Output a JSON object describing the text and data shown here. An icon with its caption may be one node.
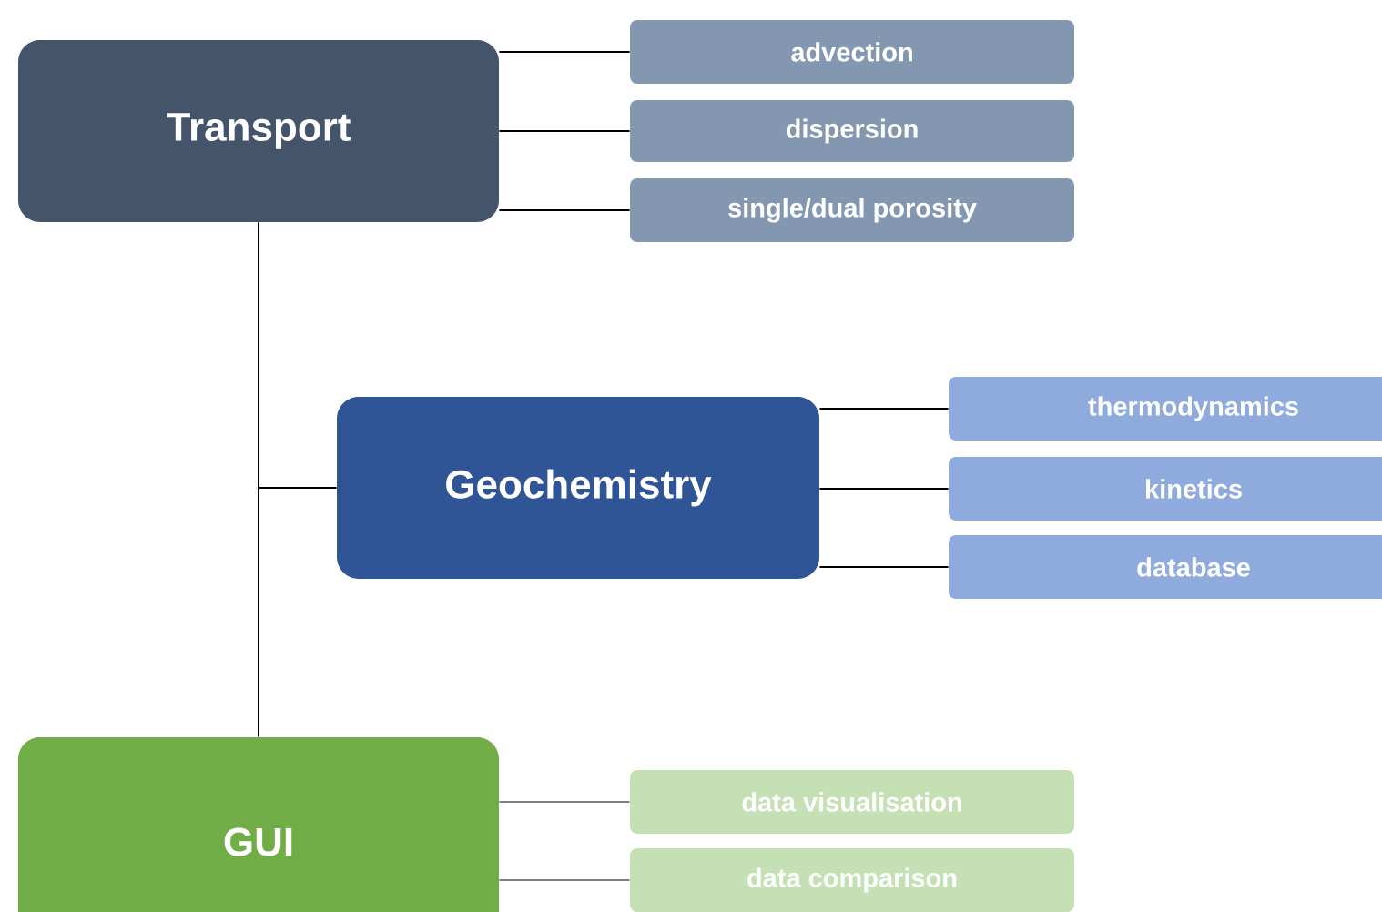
{
  "diagram": {
    "nodes": [
      {
        "text": [
          "Transport"
        ]
      },
      {
        "text": [
          "advection"
        ]
      },
      {
        "text": [
          "dispersion"
        ]
      },
      {
        "text": [
          "single/dual porosity"
        ]
      },
      {
        "text": [
          "Geochemistry"
        ]
      },
      {
        "text": [
          "thermodynamics"
        ]
      },
      {
        "text": [
          "kinetics"
        ]
      },
      {
        "text": [
          "database"
        ]
      },
      {
        "text": [
          "GUI"
        ]
      },
      {
        "text": [
          "data visualisation"
        ]
      },
      {
        "text": [
          "data comparison"
        ]
      }
    ],
    "edges": [
      {
        "from": 0,
        "to": 1,
        "arrow": "none"
      },
      {
        "from": 0,
        "to": 2,
        "arrow": "none"
      },
      {
        "from": 0,
        "to": 3,
        "arrow": "none"
      },
      {
        "from": 0,
        "to": 4,
        "arrow": "none"
      },
      {
        "from": 0,
        "to": 8,
        "arrow": "none"
      },
      {
        "from": 4,
        "to": 5,
        "arrow": "none"
      },
      {
        "from": 4,
        "to": 6,
        "arrow": "none"
      },
      {
        "from": 4,
        "to": 7,
        "arrow": "none"
      },
      {
        "from": 8,
        "to": 9,
        "arrow": "none",
        "color": "#7f7f7f"
      },
      {
        "from": 8,
        "to": 10,
        "arrow": "none",
        "color": "#7f7f7f"
      }
    ]
  }
}
